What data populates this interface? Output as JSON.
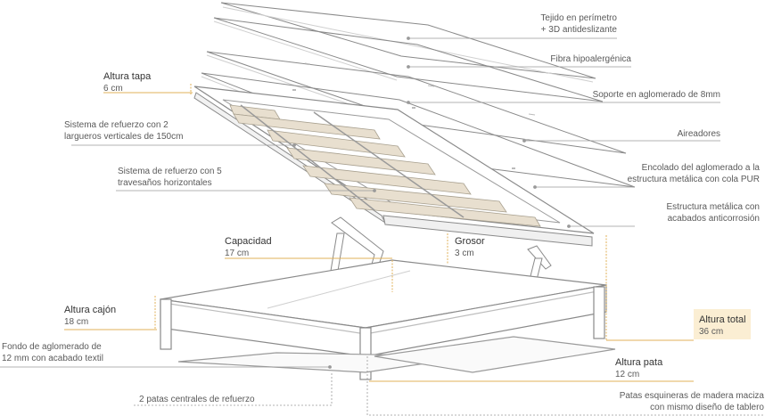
{
  "colors": {
    "line": "#8a8a8a",
    "leader": "#9a9a9a",
    "accent": "#e0b25a",
    "slat": "#e8dfcf",
    "highlight": "#fbeed3"
  },
  "labels_right": [
    {
      "id": "tejido",
      "lines": [
        "Tejido en perímetro",
        "+ 3D antideslizante"
      ]
    },
    {
      "id": "fibra",
      "lines": [
        "Fibra hipoalergénica"
      ]
    },
    {
      "id": "soporte",
      "lines": [
        "Soporte en aglomerado de 8mm"
      ]
    },
    {
      "id": "aireadores",
      "lines": [
        "Aireadores"
      ]
    },
    {
      "id": "encolado",
      "lines": [
        "Encolado del aglomerado a la",
        "estructura metálica con cola PUR"
      ]
    },
    {
      "id": "estructura",
      "lines": [
        "Estructura metálica con",
        "acabados anticorrosión"
      ]
    }
  ],
  "labels_left": [
    {
      "id": "largueros",
      "lines": [
        "Sistema de refuerzo con 2",
        "largueros verticales de 150cm"
      ]
    },
    {
      "id": "travesanos",
      "lines": [
        "Sistema de refuerzo con 5",
        "travesaños horizontales"
      ]
    },
    {
      "id": "fondo",
      "lines": [
        "Fondo de aglomerado de",
        "12 mm con acabado textil"
      ]
    },
    {
      "id": "patas_centrales",
      "lines": [
        "2 patas centrales de refuerzo"
      ]
    },
    {
      "id": "patas_esquineras",
      "lines": [
        "Patas esquineras de madera maciza",
        "con mismo diseño de tablero"
      ]
    }
  ],
  "dimensions": {
    "altura_tapa": {
      "title": "Altura tapa",
      "value": "6 cm"
    },
    "capacidad": {
      "title": "Capacidad",
      "value": "17 cm"
    },
    "grosor": {
      "title": "Grosor",
      "value": "3 cm"
    },
    "altura_cajon": {
      "title": "Altura cajón",
      "value": "18 cm"
    },
    "altura_total": {
      "title": "Altura total",
      "value": "36 cm"
    },
    "altura_pata": {
      "title": "Altura pata",
      "value": "12 cm"
    }
  }
}
